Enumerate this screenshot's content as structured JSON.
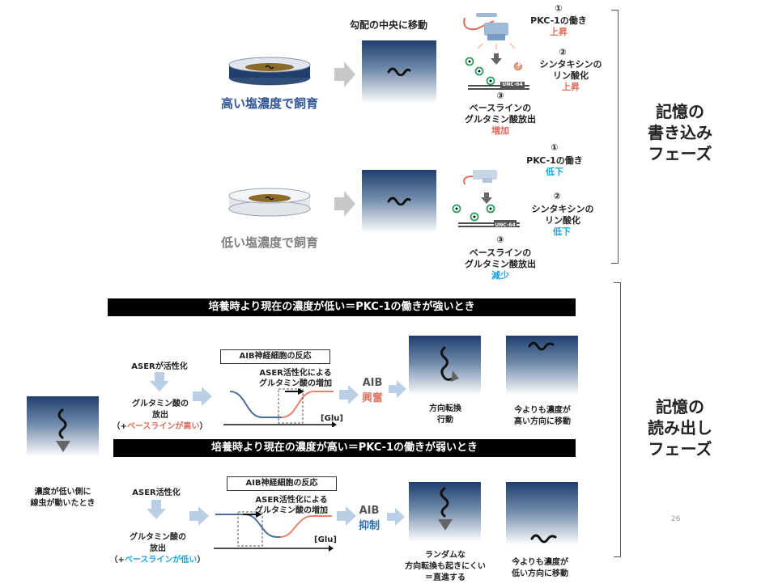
{
  "write": {
    "center_title": "勾配の中央に移動",
    "high_label": "高い塩濃度で飼育",
    "low_label": "低い塩濃度で飼育",
    "high": {
      "s1_num": "①",
      "s1_text": "PKC-1の働き",
      "s1_change": "上昇",
      "s2_num": "②",
      "s2_line1": "シンタキシンの",
      "s2_line2": "リン酸化",
      "s2_change": "上昇",
      "s3_num": "③",
      "s3_line1": "ベースラインの",
      "s3_line2": "グルタミン酸放出",
      "s3_change": "増加",
      "unc": "UNC-64",
      "p": "P"
    },
    "low": {
      "s1_num": "①",
      "s1_text": "PKC-1の働き",
      "s1_change": "低下",
      "s2_num": "②",
      "s2_line1": "シンタキシンの",
      "s2_line2": "リン酸化",
      "s2_change": "低下",
      "s3_num": "③",
      "s3_line1": "ベースラインの",
      "s3_line2": "グルタミン酸放出",
      "s3_change": "減少",
      "unc": "UNC-64"
    },
    "phase_line1": "記憶の",
    "phase_line2": "書き込み",
    "phase_line3": "フェーズ"
  },
  "read": {
    "bar1": "培養時より現在の濃度が低い＝PKC-1の働きが強いとき",
    "bar2": "培養時より現在の濃度が高い＝PKC-1の働きが弱いとき",
    "worm_caption1": "濃度が低い側に",
    "worm_caption2": "線虫が動いたとき",
    "top": {
      "aser": "ASERが活性化",
      "glu1": "グルタミン酸の",
      "glu2": "放出",
      "baseline_prefix": "（+",
      "baseline": "ベースラインが高い",
      "baseline_suffix": "）",
      "aib_box": "AIB神経細胞の反応",
      "aser_note1": "ASER活性化による",
      "aser_note2": "グルタミン酸の増加",
      "axis": "[Glu]",
      "aib": "AIB",
      "aib_state": "興奮",
      "result1_line1": "方向転換",
      "result1_line2": "行動",
      "result2_line1": "今よりも濃度が",
      "result2_line2": "高い方向に移動"
    },
    "bottom": {
      "aser": "ASER活性化",
      "glu1": "グルタミン酸の",
      "glu2": "放出",
      "baseline_prefix": "（+",
      "baseline": "ベースラインが低い",
      "baseline_suffix": "）",
      "aib_box": "AIB神経細胞の反応",
      "aser_note1": "ASER活性化による",
      "aser_note2": "グルタミン酸の増加",
      "axis": "[Glu]",
      "aib": "AIB",
      "aib_state": "抑制",
      "result1_line1": "ランダムな",
      "result1_line2": "方向転換も起きにくい",
      "result1_line3": "＝直進する",
      "result2_line1": "今よりも濃度が",
      "result2_line2": "低い方向に移動"
    },
    "phase_line1": "記憶の",
    "phase_line2": "読み出し",
    "phase_line3": "フェーズ"
  },
  "page_number": "26",
  "colors": {
    "blue_text": "#2f5597",
    "gray_text": "#7f7f7f",
    "increase": "#e06c5a",
    "decrease": "#1aa3e0",
    "aib_excite": "#e07a6a",
    "aib_inhibit": "#2f6fb0"
  }
}
